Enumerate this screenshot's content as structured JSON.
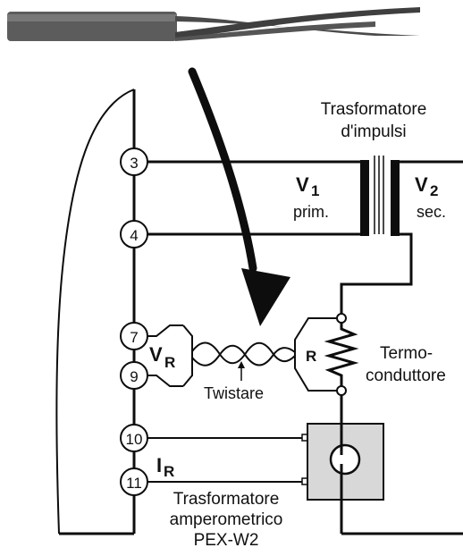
{
  "colors": {
    "line": "#0d0d0d",
    "cable": "#5c5c5c",
    "cable_dark": "#3f3f3f",
    "ct_box": "#d8d8d8",
    "core": "#262626"
  },
  "icons": {
    "cable": "cable-photo",
    "arrow": "curved-arrow",
    "transformer": "pulse-transformer-symbol",
    "resistor": "resistor-symbol",
    "current_transformer": "current-transformer-symbol"
  },
  "terminals": [
    "3",
    "4",
    "7",
    "9",
    "10",
    "11"
  ],
  "labels": {
    "pulse_transformer_line1": "Trasformatore",
    "pulse_transformer_line2": "d'impulsi",
    "v1": "V",
    "v1_sub": "1",
    "v1_desc": "prim.",
    "v2": "V",
    "v2_sub": "2",
    "v2_desc": "sec.",
    "vr": "V",
    "vr_sub": "R",
    "r": "R",
    "thermo_line1": "Termo-",
    "thermo_line2": "conduttore",
    "twist": "Twistare",
    "ir": "I",
    "ir_sub": "R",
    "ct_line1": "Trasformatore",
    "ct_line2": "amperometrico",
    "ct_line3": "PEX-W2"
  }
}
